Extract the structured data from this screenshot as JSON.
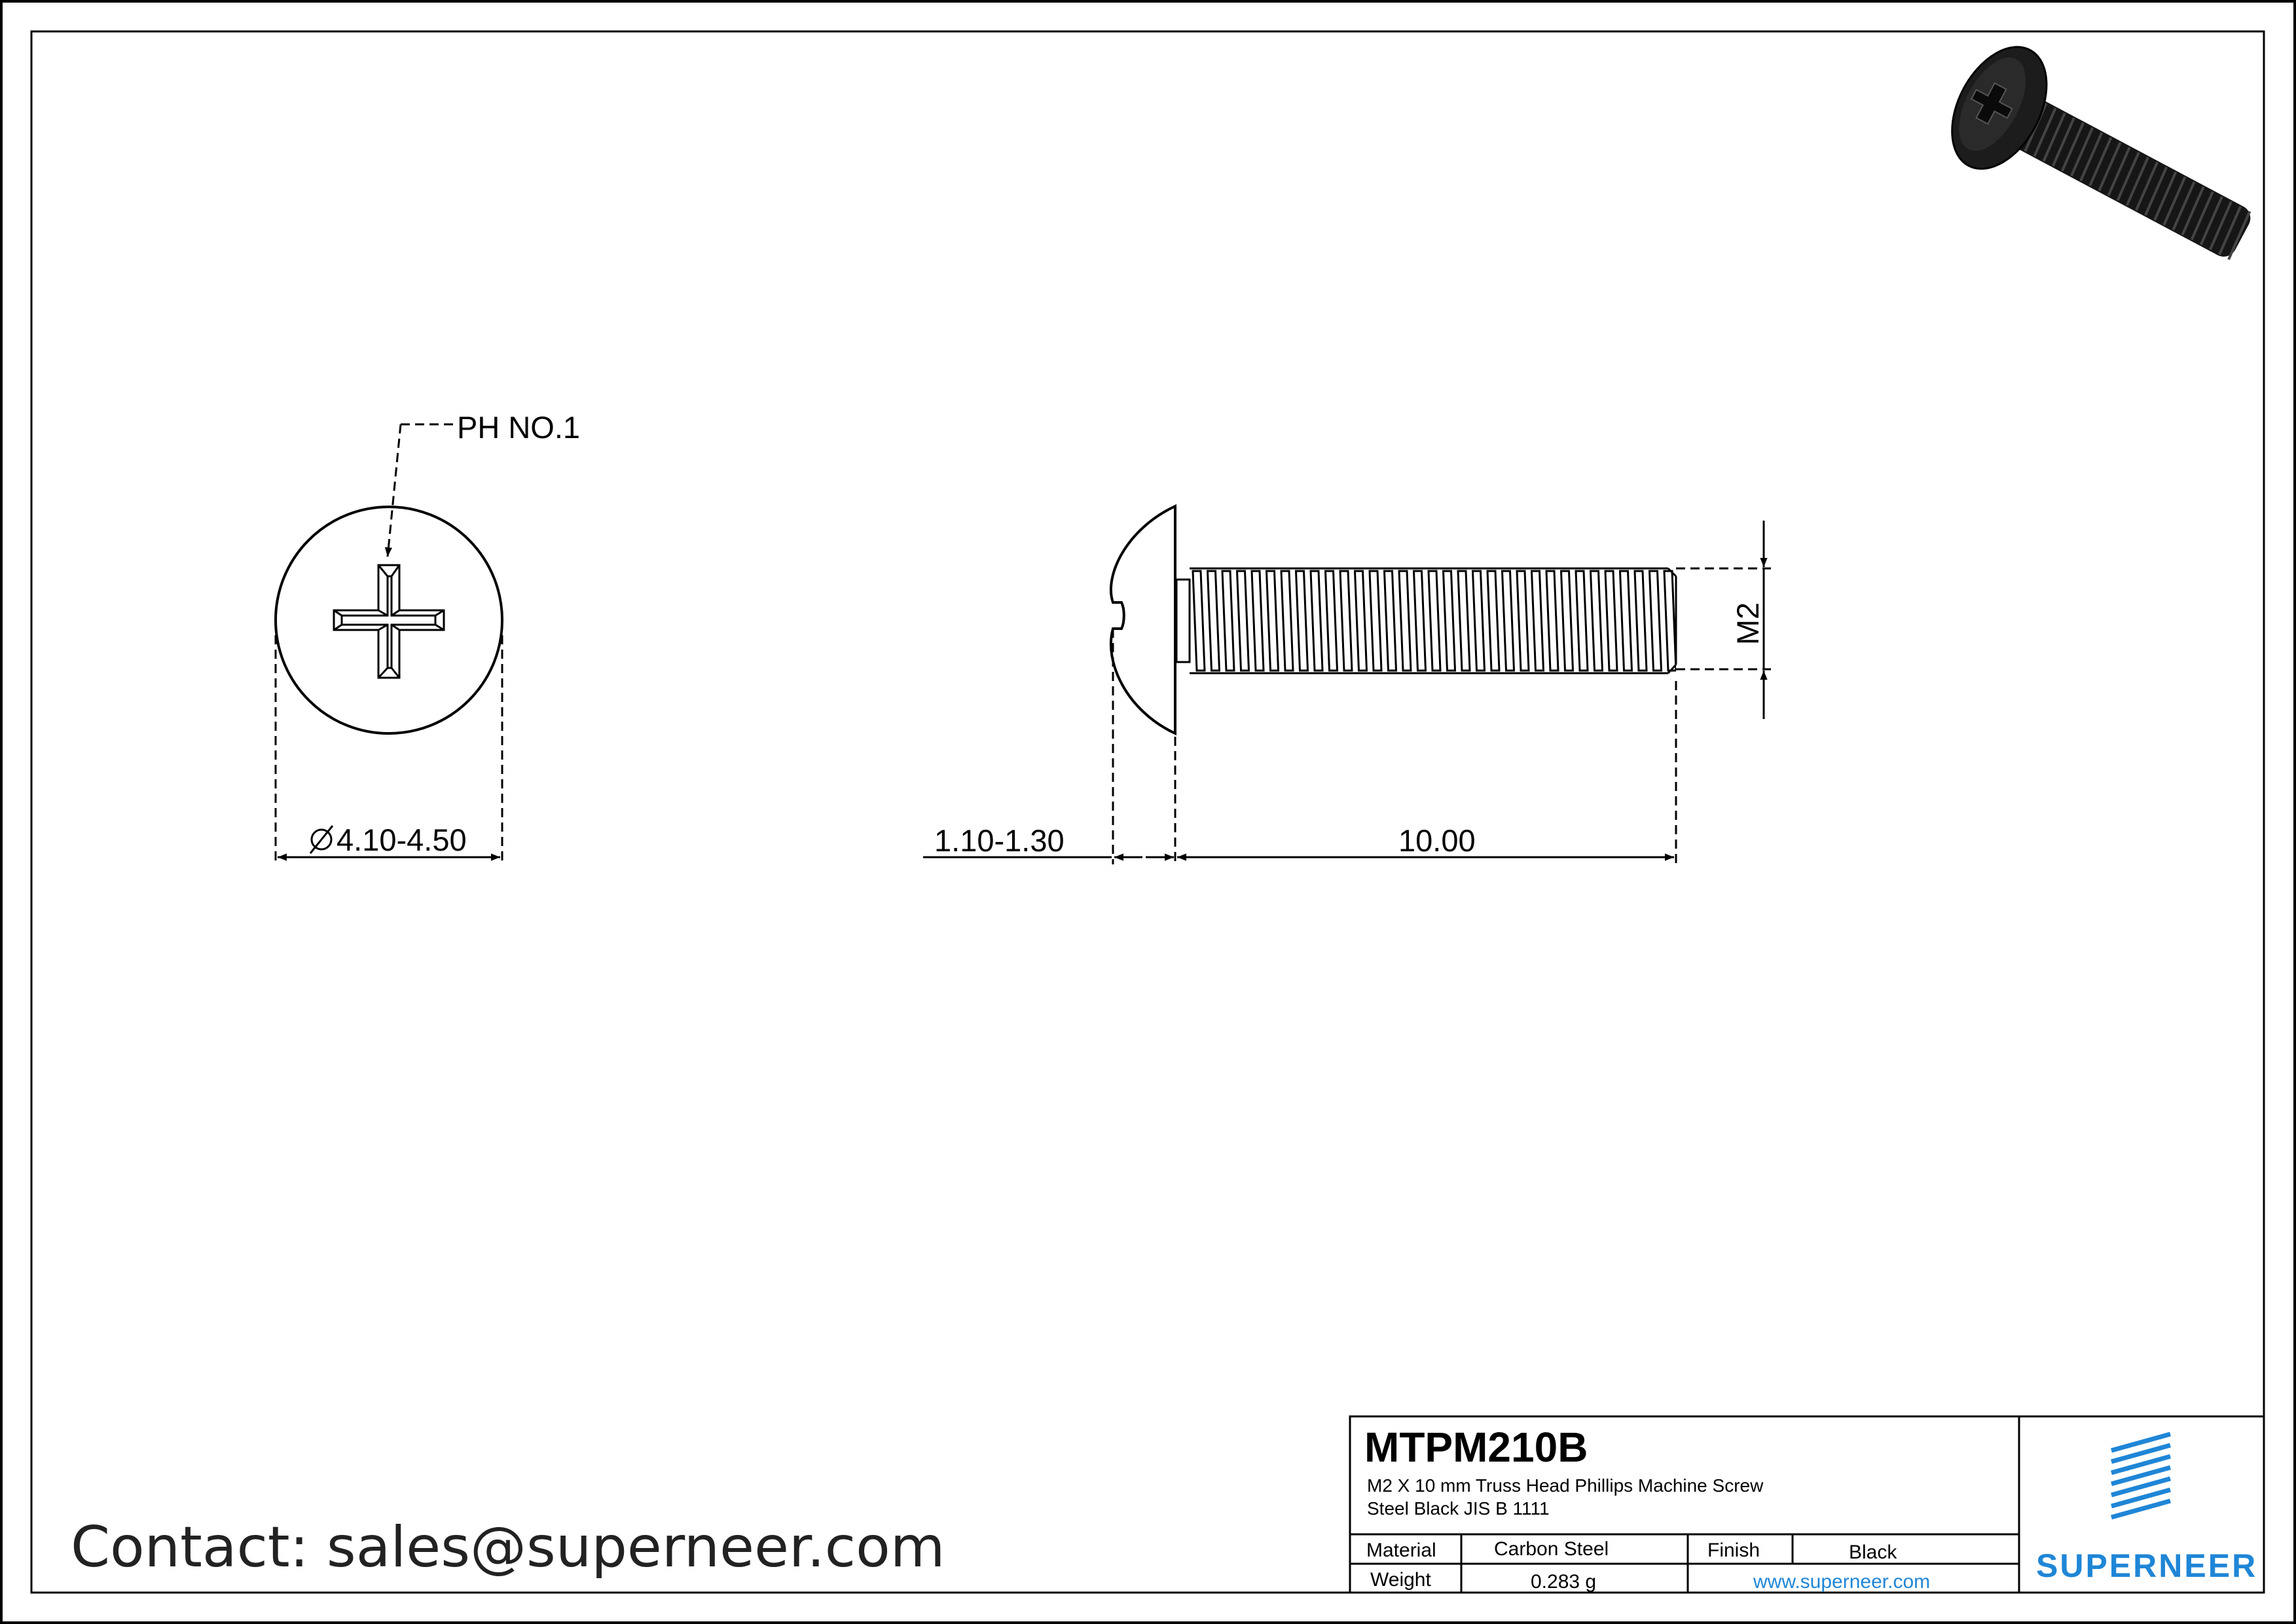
{
  "callouts": {
    "phillips": "PH NO.1",
    "head_diameter": "4.10-4.50",
    "head_height": "1.10-1.30",
    "length": "10.00",
    "thread": "M2"
  },
  "title_block": {
    "part_number": "MTPM210B",
    "description_line1": "M2 X 10 mm  Truss Head Phillips Machine Screw",
    "description_line2": "Steel Black JIS B 1111",
    "material_label": "Material",
    "material_value": "Carbon Steel",
    "finish_label": "Finish",
    "finish_value": "Black",
    "weight_label": "Weight",
    "weight_value": "0.283 g",
    "website": "www.superneer.com",
    "brand": "SUPERNEER"
  },
  "contact": "Contact: sales@superneer.com",
  "colors": {
    "brand": "#1f86d6",
    "line": "#000000",
    "screw_render": "#1a1a1a"
  },
  "icons": {
    "diameter": "diameter-symbol-icon",
    "logo": "superneer-logo-icon"
  }
}
